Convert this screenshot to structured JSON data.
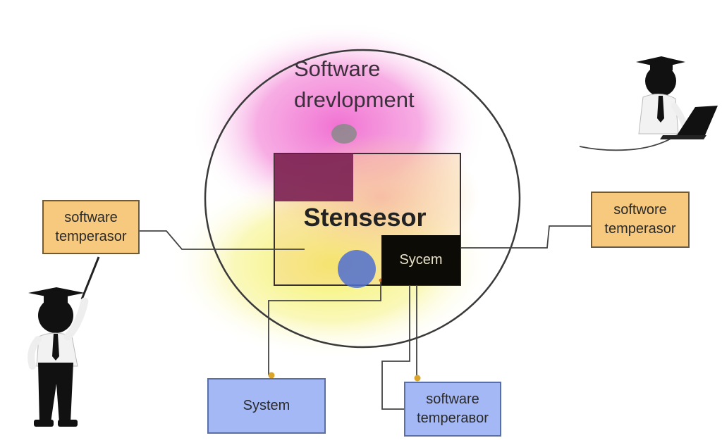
{
  "diagram": {
    "circle_title_line1": "Software",
    "circle_title_line2": "drevlopment",
    "center_label": "Stensesor",
    "inner_system_label": "Sycem",
    "left_box": {
      "line1": "software",
      "line2": "temperasor"
    },
    "right_box": {
      "line1": "softwore",
      "line2": "temperasor"
    },
    "bottom_left_box": {
      "label": "System"
    },
    "bottom_right_box": {
      "line1": "software",
      "line2": "temperaвor"
    }
  },
  "colors": {
    "pink_glow": "#f06ad0",
    "yellow_glow": "#f6f26a",
    "temp_box": "#f6c97e",
    "blue_box": "#a4b8f5",
    "dark_square": "#7a1f52",
    "blue_dot": "#4f6fd0"
  },
  "icons": {
    "left_figure": "graduate-pointing-figure",
    "right_figure": "graduate-laptop-figure"
  }
}
